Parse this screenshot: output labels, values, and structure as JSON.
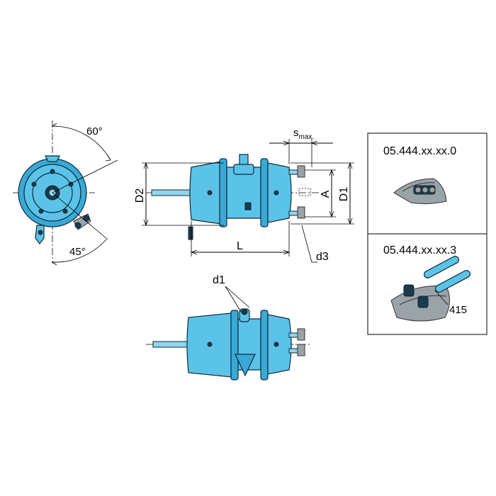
{
  "labels": {
    "angle_top": "60°",
    "angle_bottom": "45°",
    "d2": "D2",
    "d1": "D1",
    "a": "A",
    "l": "L",
    "d3": "d3",
    "d1_small": "d1",
    "s": "s",
    "s_sub": "max."
  },
  "variants": [
    {
      "code": "05.444.xx.xx.0"
    },
    {
      "code": "05.444.xx.xx.3",
      "callout": "415"
    }
  ],
  "colors": {
    "part": "#5cc3e8",
    "part_dark": "#3aa9d6",
    "outline": "#0a2a3a"
  }
}
